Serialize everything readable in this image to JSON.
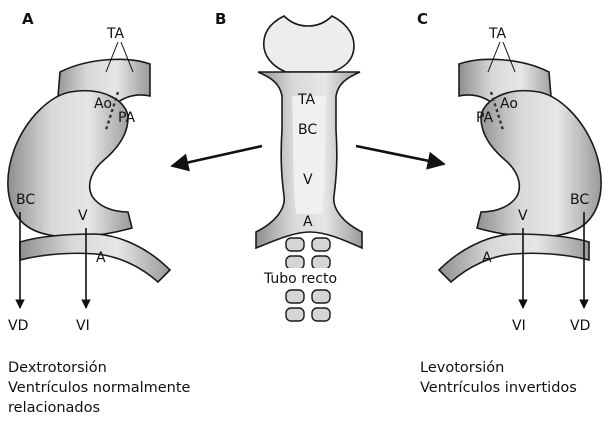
{
  "panels": {
    "a": {
      "letter": "A",
      "labels": {
        "ta": "TA",
        "ao": "Ao",
        "pa": "PA",
        "bc": "BC",
        "v": "V",
        "a": "A"
      },
      "outputs": {
        "vd": "VD",
        "vi": "VI"
      },
      "caption": [
        "Dextrotorsión",
        "Ventrículos normalmente",
        "relacionados"
      ]
    },
    "b": {
      "letter": "B",
      "labels": {
        "ta": "TA",
        "bc": "BC",
        "v": "V",
        "a": "A"
      },
      "tube_label": "Tubo recto"
    },
    "c": {
      "letter": "C",
      "labels": {
        "ta": "TA",
        "ao": "Ao",
        "pa": "PA",
        "bc": "BC",
        "v": "V",
        "a": "A"
      },
      "outputs": {
        "vi": "VI",
        "vd": "VD"
      },
      "caption": [
        "Levotorsión",
        "Ventrículos invertidos"
      ]
    }
  },
  "colors": {
    "outline": "#1a1a1a",
    "tube_fill": "#c9c9c9",
    "tube_lumen": "#eeeeee",
    "arrow": "#111111"
  }
}
